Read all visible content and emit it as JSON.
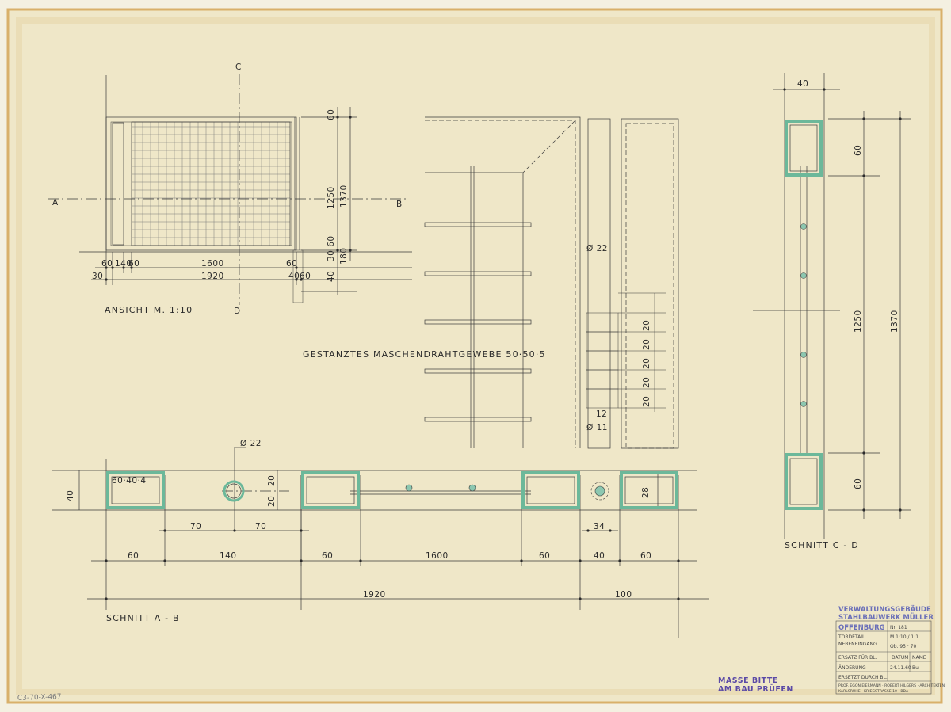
{
  "sheet": {
    "ansicht": {
      "title": "ANSICHT  M. 1:10",
      "cut_a": "A",
      "cut_b": "B",
      "cut_c": "C",
      "cut_d": "D",
      "dims": {
        "d60a": "60",
        "d140": "140",
        "d60b": "60",
        "d1600": "1600",
        "d60c": "60",
        "d30": "30",
        "d1920": "1920",
        "d40": "40",
        "d60d": "60",
        "v60": "60",
        "v1250": "1250",
        "v1370": "1370",
        "v3060": "30 60",
        "v180": "180",
        "v40": "40"
      }
    },
    "elevation": {
      "note": "GESTANZTES  MASCHENDRAHTGEWEBE   50·50·5",
      "dia22": "Ø 22",
      "d20a": "20",
      "d20b": "20",
      "d20c": "20",
      "d20d": "20",
      "d20e": "20",
      "d12": "12",
      "dia11": "Ø 11"
    },
    "schnitt_ab": {
      "title": "SCHNITT  A - B",
      "profile": "60·40·4",
      "dia22": "Ø 22",
      "d40": "40",
      "d20a": "20",
      "d20b": "20",
      "d28": "28",
      "d70a": "70",
      "d70b": "70",
      "d34": "34",
      "b60a": "60",
      "b140": "140",
      "b60b": "60",
      "b1600": "1600",
      "b60c": "60",
      "b40": "40",
      "b60d": "60",
      "t1920": "1920",
      "t100": "100"
    },
    "schnitt_cd": {
      "title": "SCHNITT  C - D",
      "d40": "40",
      "d60a": "60",
      "d1250": "1250",
      "d1370": "1370",
      "d60b": "60"
    },
    "title_block": {
      "line1": "VERWALTUNGSGEBÄUDE",
      "line2": "STAHLBAUWERK MÜLLER",
      "city": "OFFENBURG",
      "nr": "Nr. 181",
      "scale": "M 1:10 / 1:1",
      "ob": "Ob. 95 · 70",
      "subject1": "TORDETAIL",
      "subject2": "NEBENEINGANG",
      "datum_h": "DATUM",
      "name_h": "NAME",
      "ersatz": "ERSATZ FÜR BL.",
      "date_val": "24.11.60",
      "name_val": "Bu",
      "aenderung": "ÄNDERUNG",
      "ersetzt": "ERSETZT DURCH BL.",
      "architect": "PROF. EGON EIERMANN · ROBERT HILGERS · ARCHITEKTEN",
      "address": "KARLSRUHE · KRIEGSTRASSE 10 · BDA"
    },
    "stamp1": "MASSE BITTE",
    "stamp2": "AM BAU PRÜFEN",
    "margin_note": "C3-70-X-467"
  },
  "colors": {
    "paper": "#efe7c8",
    "line": "#3a3a3a",
    "steel": "#6cb89a",
    "stamp": "#5b4aa6"
  }
}
